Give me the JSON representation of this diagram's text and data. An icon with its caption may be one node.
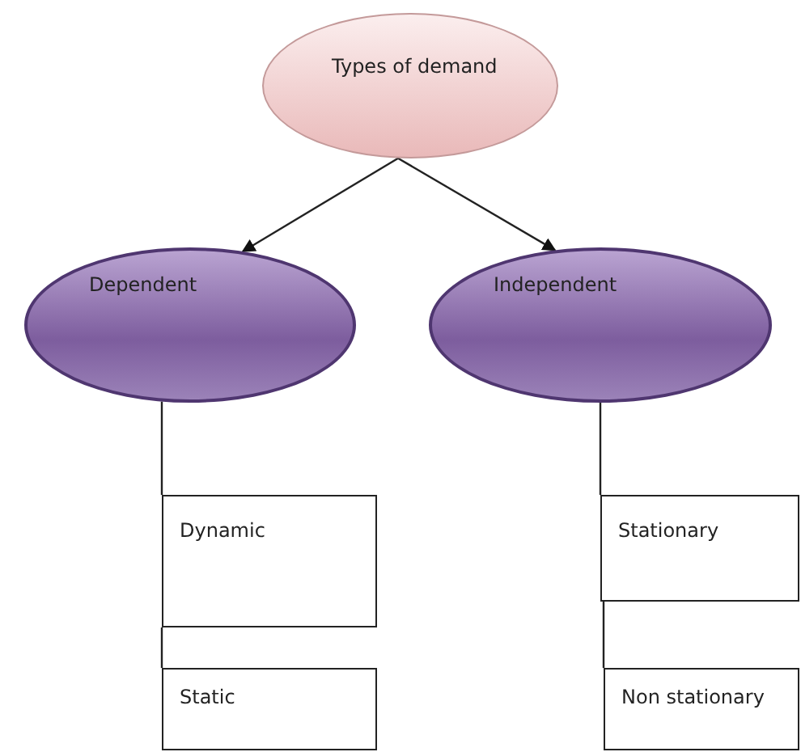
{
  "diagram": {
    "nodes": [
      {
        "text": [
          "Types of demand"
        ]
      },
      {
        "text": [
          "Dependent"
        ]
      },
      {
        "text": [
          "Independent"
        ]
      },
      {
        "text": [
          "Dynamic"
        ]
      },
      {
        "text": [
          "Static"
        ]
      },
      {
        "text": [
          "Stationary"
        ]
      },
      {
        "text": [
          "Non stationary"
        ]
      }
    ],
    "edges": [
      {
        "from": 0,
        "to": 1,
        "arrow": "to"
      },
      {
        "from": 0,
        "to": 2,
        "arrow": "to"
      },
      {
        "from": 1,
        "to": 3,
        "arrow": "none"
      },
      {
        "from": 3,
        "to": 4,
        "arrow": "none"
      },
      {
        "from": 2,
        "to": 5,
        "arrow": "none"
      },
      {
        "from": 5,
        "to": 6,
        "arrow": "none"
      }
    ]
  }
}
